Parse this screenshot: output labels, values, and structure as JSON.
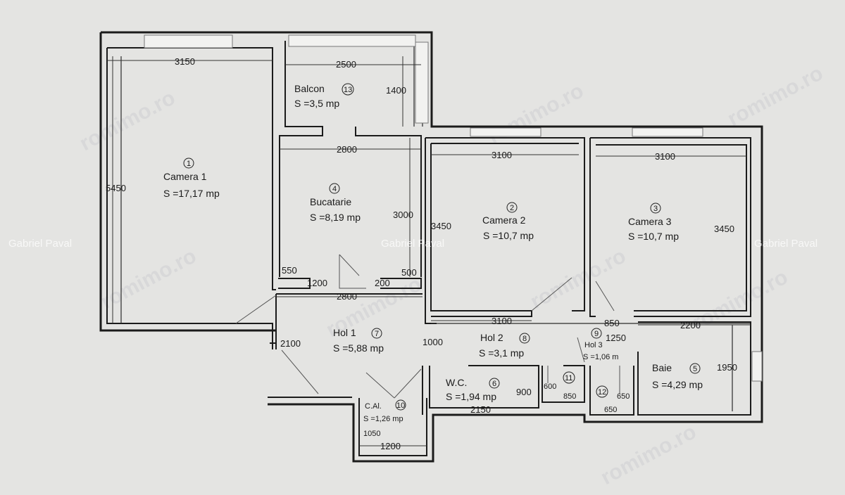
{
  "watermarks": {
    "left": "Gabriel Paval",
    "center": "Gabriel Paval",
    "right": "Gabriel Paval",
    "site": "romimo.ro"
  },
  "rooms": {
    "camera1": {
      "num": "1",
      "name": "Camera 1",
      "area": "S =17,17 mp"
    },
    "balcon": {
      "num": "13",
      "name": "Balcon",
      "area": "S =3,5 mp"
    },
    "bucatarie": {
      "num": "4",
      "name": "Bucatarie",
      "area": "S =8,19 mp"
    },
    "camera2": {
      "num": "2",
      "name": "Camera 2",
      "area": "S =10,7 mp"
    },
    "camera3": {
      "num": "3",
      "name": "Camera 3",
      "area": "S =10,7 mp"
    },
    "hol1": {
      "num": "7",
      "name": "Hol 1",
      "area": "S =5,88 mp"
    },
    "hol2": {
      "num": "8",
      "name": "Hol 2",
      "area": "S =3,1 mp"
    },
    "hol3": {
      "num": "9",
      "name": "Hol 3",
      "area": "S =1,06 m"
    },
    "baie": {
      "num": "5",
      "name": "Baie",
      "area": "S =4,29 mp"
    },
    "wc": {
      "num": "6",
      "name": "W.C.",
      "area": "S =1,94 mp"
    },
    "cal": {
      "num": "10",
      "name": "C.Al.",
      "area": "S =1,26 mp"
    },
    "r11": {
      "num": "11"
    },
    "r12": {
      "num": "12"
    }
  },
  "dimensions": {
    "d3150": "3150",
    "d5450": "5450",
    "d2500": "2500",
    "d1400": "1400",
    "d2800a": "2800",
    "d3000": "3000",
    "d550": "550",
    "d1200a": "1200",
    "d200": "200",
    "d500": "500",
    "d2800b": "2800",
    "d3100a": "3100",
    "d3450a": "3450",
    "d3100b": "3100",
    "d3450b": "3450",
    "d3100c": "3100",
    "d850a": "850",
    "d2200": "2200",
    "d1250": "1250",
    "d1950": "1950",
    "d2100": "2100",
    "d1000": "1000",
    "d900": "900",
    "d600a": "600",
    "d850b": "850",
    "d650a": "650",
    "d650b": "650",
    "d2150": "2150",
    "d1050": "1050",
    "d1200b": "1200"
  }
}
